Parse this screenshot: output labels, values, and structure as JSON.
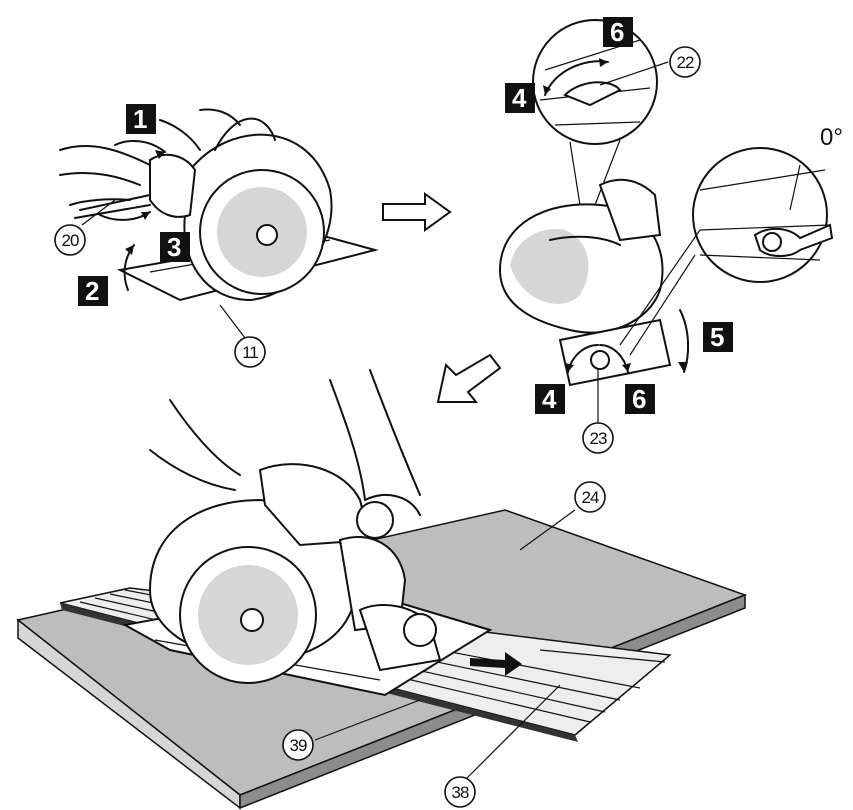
{
  "steps": {
    "s1": "1",
    "s2": "2",
    "s3": "3",
    "s4a": "4",
    "s4b": "4",
    "s5": "5",
    "s6a": "6",
    "s6b": "6"
  },
  "callouts": {
    "c11": "11",
    "c20": "20",
    "c22": "22",
    "c23": "23",
    "c24": "24",
    "c38": "38",
    "c39": "39"
  },
  "angle_label": "0°",
  "colors": {
    "ink": "#111111",
    "board": "#bdbdbd",
    "shade": "#8c8c8c"
  }
}
